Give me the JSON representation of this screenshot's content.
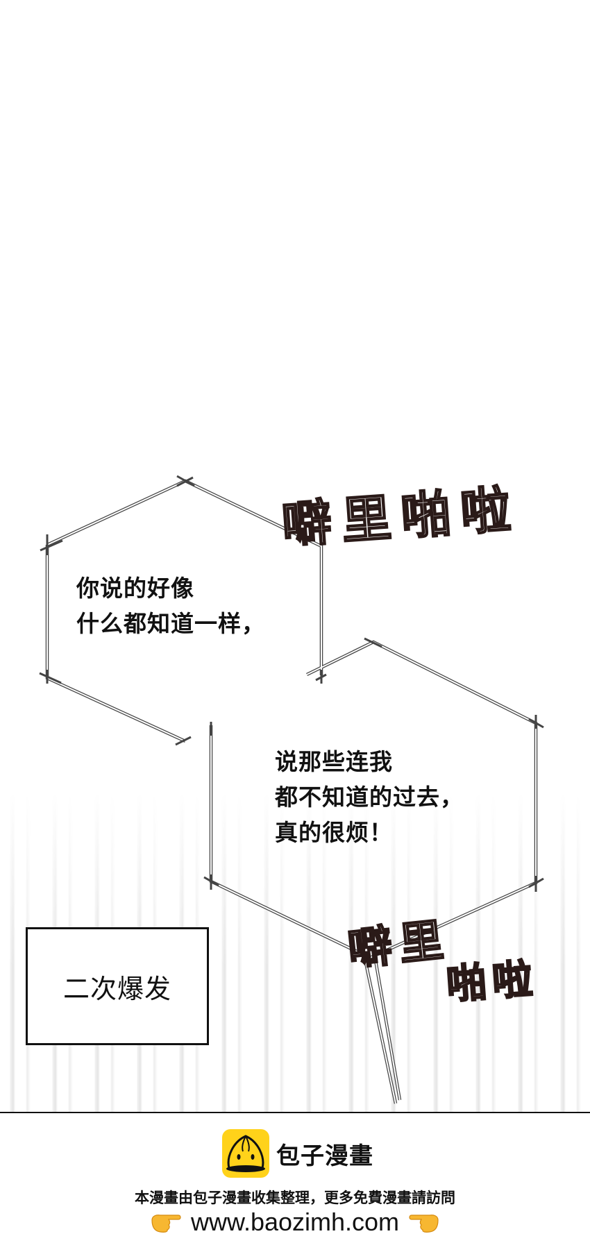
{
  "panel": {
    "bubble_1": {
      "lines": "你说的好像\n什么都知道一样，"
    },
    "bubble_2": {
      "lines": "说那些连我\n都不知道的过去，\n真的很烦！"
    },
    "sfx_1": "噼里啪啦",
    "sfx_2a": "噼里",
    "sfx_2b": "啪啦",
    "caption": "二次爆发"
  },
  "footer": {
    "brand_name": "包子漫畫",
    "notice": "本漫畫由包子漫畫收集整理，更多免費漫畫請訪問",
    "url": "www.baozimh.com",
    "left_icon": "pointing-right-hand-icon",
    "right_icon": "pointing-left-hand-icon",
    "logo_icon": "bun-mascot-icon",
    "brand_color": "#FFD21A"
  }
}
